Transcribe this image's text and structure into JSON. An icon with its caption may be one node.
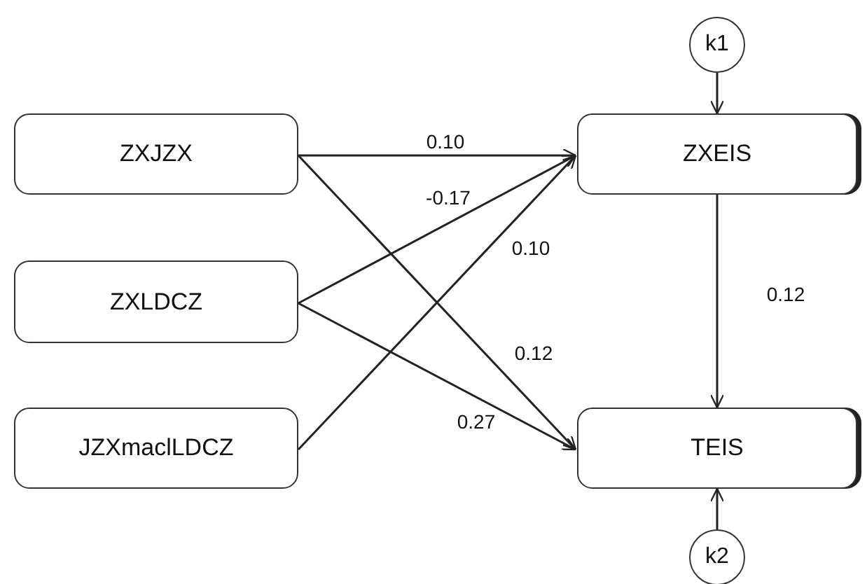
{
  "diagram": {
    "nodes": [
      {
        "text": [
          "ZXJZX"
        ]
      },
      {
        "text": [
          "ZXLDCZ"
        ]
      },
      {
        "text": [
          "JZXmaclLDCZ"
        ]
      },
      {
        "text": [
          "ZXEIS"
        ]
      },
      {
        "text": [
          "TEIS"
        ]
      },
      {
        "text": [
          "k1"
        ]
      },
      {
        "text": [
          "k2"
        ]
      }
    ],
    "edges": [
      {
        "from": 0,
        "to": 3,
        "arrow": "to",
        "label": "0.10"
      },
      {
        "from": 0,
        "to": 4,
        "arrow": "to",
        "label": "0.12"
      },
      {
        "from": 1,
        "to": 3,
        "arrow": "to",
        "label": "-0.17"
      },
      {
        "from": 1,
        "to": 4,
        "arrow": "to",
        "label": "0.27"
      },
      {
        "from": 2,
        "to": 3,
        "arrow": "to",
        "label": "0.10"
      },
      {
        "from": 3,
        "to": 4,
        "arrow": "to",
        "label": "0.12"
      },
      {
        "from": 5,
        "to": 3,
        "arrow": "to"
      },
      {
        "from": 6,
        "to": 4,
        "arrow": "to"
      }
    ]
  }
}
